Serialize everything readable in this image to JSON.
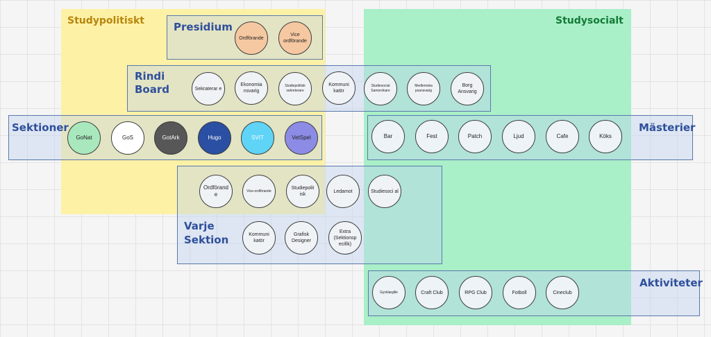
{
  "zones": {
    "studypolitiskt": "Studypolitiskt",
    "studysocialt": "Studysocialt"
  },
  "groups": {
    "presidium": {
      "title": "Presidium",
      "nodes": [
        "Ordförande",
        "Vice ordförande"
      ]
    },
    "rindi_board": {
      "title_line1": "Rindi",
      "title_line2": "Board",
      "nodes": [
        "Sekraterar e",
        "Ekonomia nsvarig",
        "Studiepolitisk sekreterare",
        "Kommuni katör",
        "Studiesocial Samordnare",
        "Medlemska psansvarig",
        "Borg Ansvarig"
      ]
    },
    "sektioner": {
      "title": "Sektioner",
      "nodes": [
        "GoNat",
        "GoS",
        "GotArk",
        "Hugo",
        "SVIT",
        "VetSpel"
      ]
    },
    "masterier": {
      "title": "Mästerier",
      "nodes": [
        "Bar",
        "Fest",
        "Patch",
        "Ljud",
        "Cafe",
        "Köks"
      ]
    },
    "varje_sektion": {
      "title_line1": "Varje",
      "title_line2": "Sektion",
      "nodes": [
        "Ordförande",
        "Vice-ordförande",
        "Studiepolit isk",
        "Ledamot",
        "Studiesoci al",
        "Kommuni katör",
        "Grafisk Designer",
        "Extra (Sektionsp ecifik)"
      ]
    },
    "aktiviteter": {
      "title": "Aktiviteter",
      "nodes": [
        "Gycklargille",
        "Craft Club",
        "RPG Club",
        "Fotboll",
        "Cineclub"
      ]
    }
  },
  "colors": {
    "zone_politisk": "#fdf1a6",
    "zone_socialt": "#a9efc8",
    "heading_blue": "#2f4f9c",
    "heading_yellow": "#b8860b",
    "heading_green": "#137a37",
    "presidium_node": "#f6c8a1",
    "gonat": "#a9e8bd",
    "gos": "#ffffff",
    "gotark": "#575757",
    "hugo": "#2b4fa3",
    "svit": "#5fd4f6",
    "vetspel": "#8c8ce6"
  }
}
